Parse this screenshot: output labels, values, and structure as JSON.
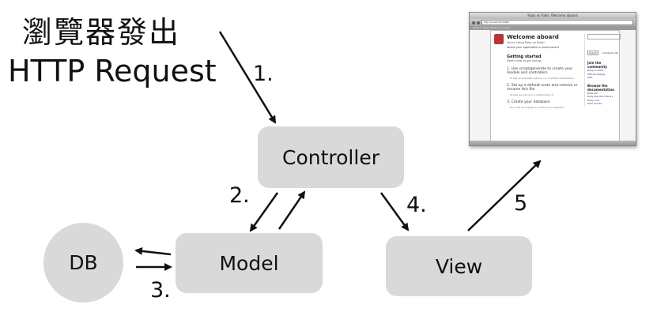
{
  "title": {
    "line1": "瀏覽器發出",
    "line2": "HTTP Request"
  },
  "nodes": {
    "controller": "Controller",
    "model": "Model",
    "view": "View",
    "db": "DB"
  },
  "steps": {
    "s1": "1.",
    "s2": "2.",
    "s3": "3.",
    "s4": "4.",
    "s5": "5"
  },
  "browser": {
    "window_title": "Ruby on Rails: Welcome aboard",
    "url": "http://localhost:3000/",
    "tab": "Ruby on Rails: Welcome aboard",
    "welcome_title": "Welcome aboard",
    "welcome_sub": "You're riding Ruby on Rails!",
    "welcome_link": "About your application's environment",
    "getting_started_title": "Getting started",
    "getting_started_sub": "Here's how to get rolling:",
    "steps": [
      {
        "text": "1. Use script/generate to create your models and controllers",
        "note": "To see all available options, run it without parameters."
      },
      {
        "text": "2. Set up a default route and remove or rename this file",
        "note": "Routes are set up in config/routes.rb."
      },
      {
        "text": "3. Create your database",
        "note": "Run rake db:migrate to create your database."
      }
    ],
    "search_button": "Search",
    "search_label": "the Rails site",
    "sidebar": [
      {
        "heading": "Join the community",
        "links": [
          "Ruby on Rails",
          "Official weblog",
          "Wiki"
        ]
      },
      {
        "heading": "Browse the documentation",
        "links": [
          "Rails API",
          "Ruby standard library",
          "Ruby core",
          "Rails Guides"
        ]
      }
    ]
  },
  "colors": {
    "node_fill": "#d9d9d9",
    "arrow": "#111111"
  }
}
